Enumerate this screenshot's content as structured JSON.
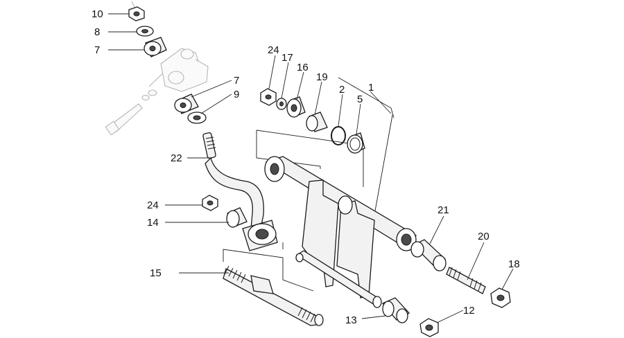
{
  "labels": [
    {
      "id": "c10",
      "text": "10"
    },
    {
      "id": "c8",
      "text": "8"
    },
    {
      "id": "c7a",
      "text": "7"
    },
    {
      "id": "c24a",
      "text": "24"
    },
    {
      "id": "c17",
      "text": "17"
    },
    {
      "id": "c16",
      "text": "16"
    },
    {
      "id": "c19",
      "text": "19"
    },
    {
      "id": "c2",
      "text": "2"
    },
    {
      "id": "c1",
      "text": "1"
    },
    {
      "id": "c5",
      "text": "5"
    },
    {
      "id": "c7b",
      "text": "7"
    },
    {
      "id": "c9",
      "text": "9"
    },
    {
      "id": "c22",
      "text": "22"
    },
    {
      "id": "c24b",
      "text": "24"
    },
    {
      "id": "c14",
      "text": "14"
    },
    {
      "id": "c21",
      "text": "21"
    },
    {
      "id": "c20",
      "text": "20"
    },
    {
      "id": "c15",
      "text": "15"
    },
    {
      "id": "c18",
      "text": "18"
    },
    {
      "id": "c12",
      "text": "12"
    },
    {
      "id": "c13",
      "text": "13"
    }
  ]
}
